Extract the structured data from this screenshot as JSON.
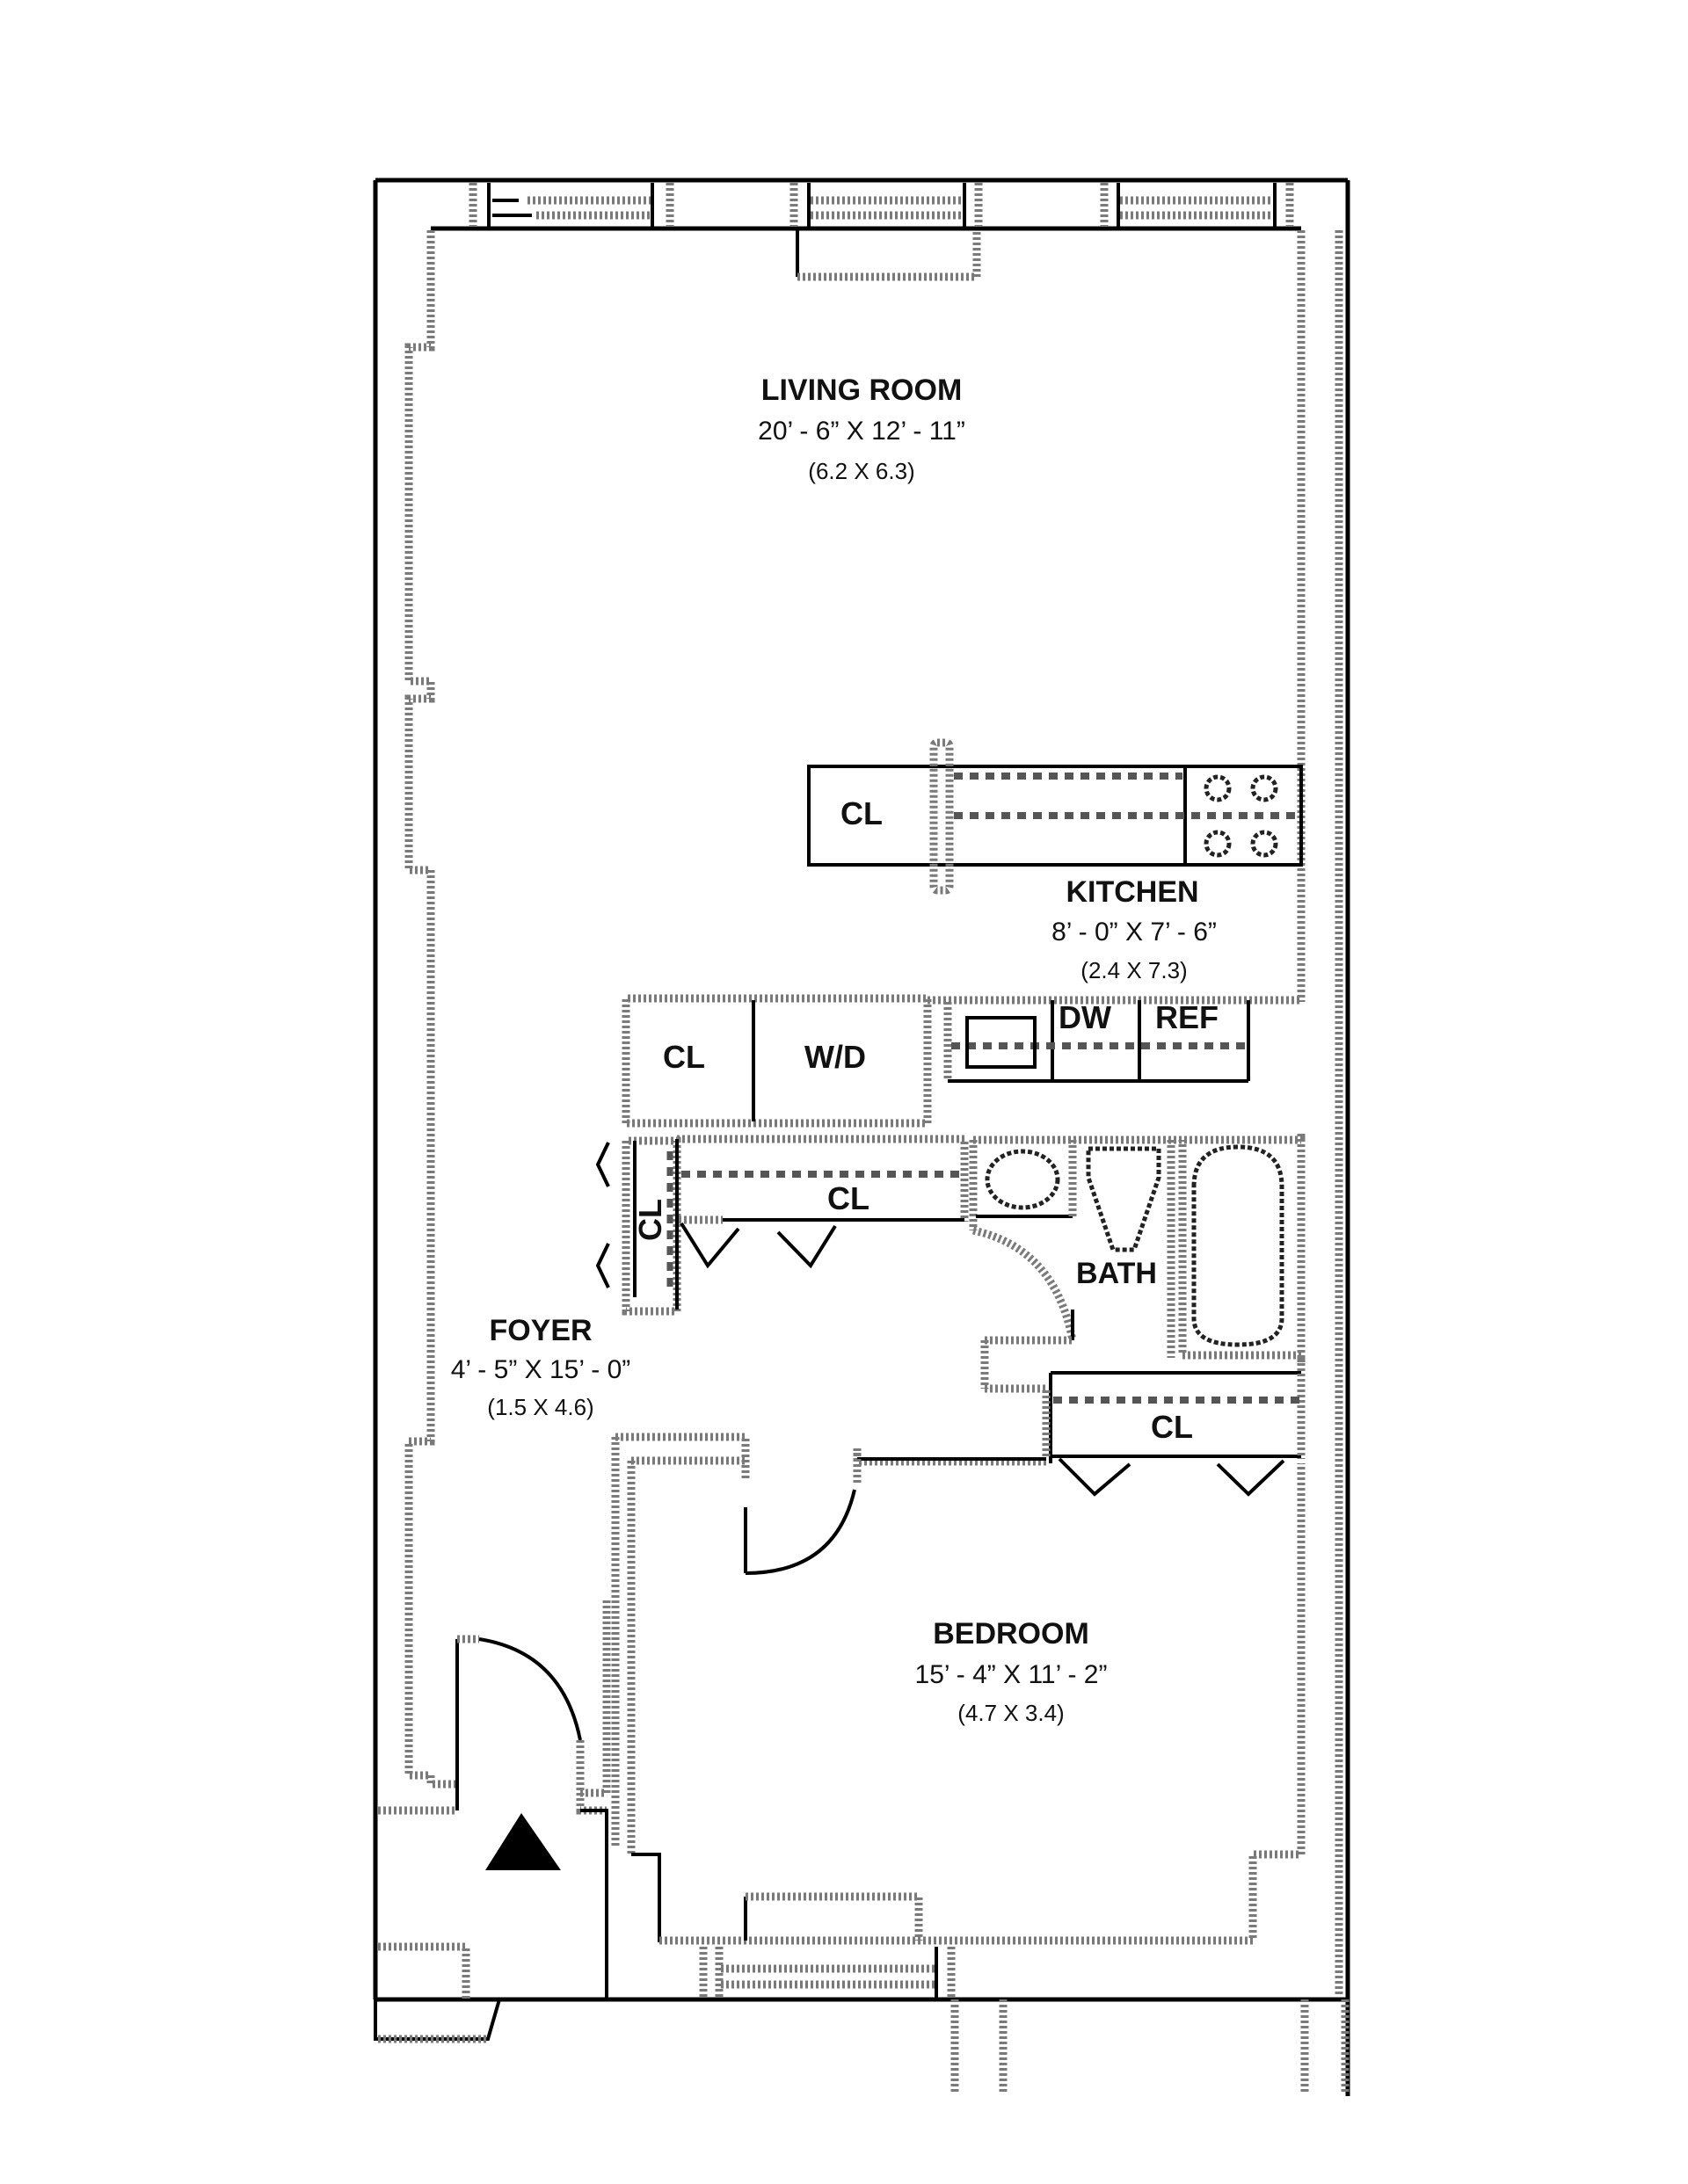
{
  "plan": {
    "rooms": {
      "living_room": {
        "name": "LIVING ROOM",
        "imperial": "20’ - 6” X 12’ - 11”",
        "metric": "(6.2 X 6.3)"
      },
      "kitchen": {
        "name": "KITCHEN",
        "imperial": "8’ - 0” X 7’ - 6”",
        "metric": "(2.4 X 7.3)"
      },
      "foyer": {
        "name": "FOYER",
        "imperial": "4’ - 5” X 15’ - 0”",
        "metric": "(1.5 X 4.6)"
      },
      "bedroom": {
        "name": "BEDROOM",
        "imperial": "15’ - 4” X 11’ - 2”",
        "metric": "(4.7 X 3.4)"
      },
      "bath": {
        "name": "BATH"
      }
    },
    "fixtures": {
      "closet_kitchen": "CL",
      "closet_laundry": "CL",
      "washer_dryer": "W/D",
      "dishwasher": "DW",
      "refrigerator": "REF",
      "closet_foyer_vertical": "CL",
      "closet_foyer_horizontal": "CL",
      "closet_bedroom": "CL"
    },
    "entry_marker": "entry-triangle-icon"
  }
}
